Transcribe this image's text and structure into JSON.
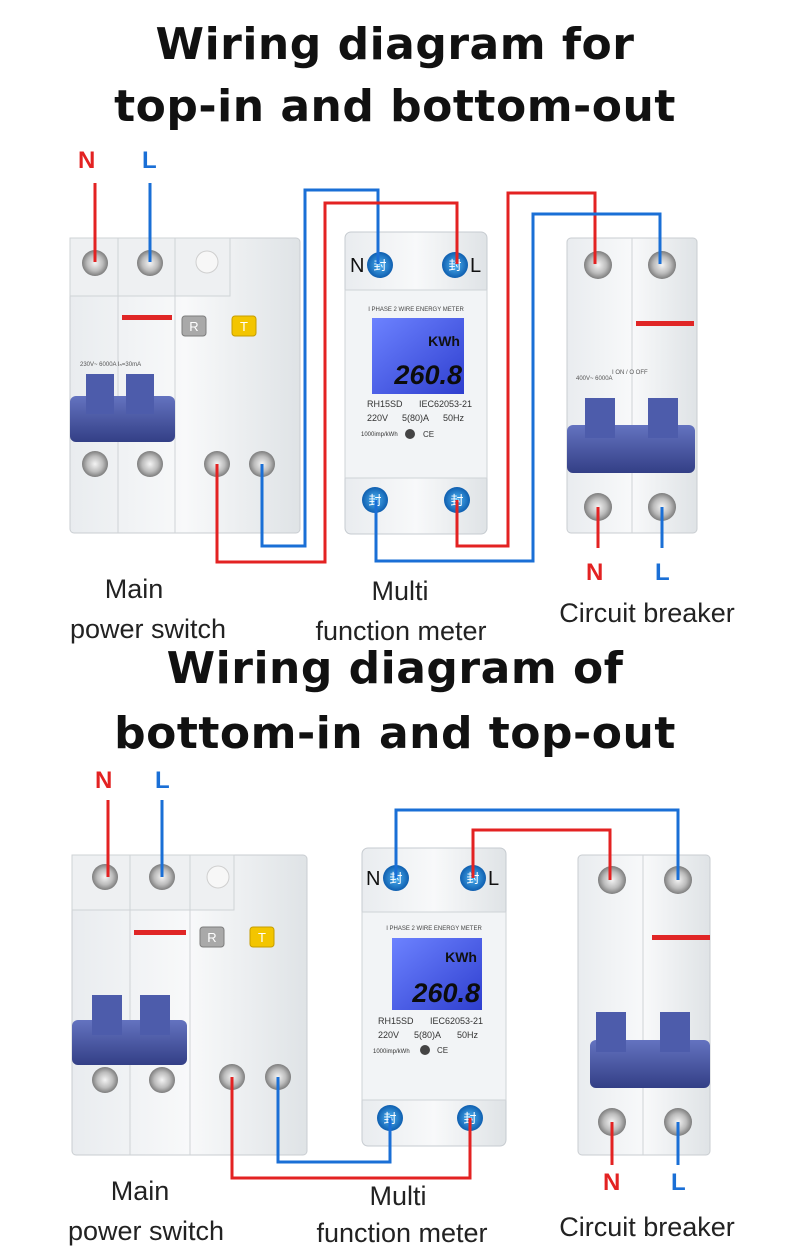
{
  "colors": {
    "live_wire": "#e32222",
    "neutral_wire": "#1a6fd6",
    "lcd": "#3f56e8",
    "switch_handle": "#4a5aa8",
    "seal": "#1f7fd1"
  },
  "top": {
    "title_line1": "Wiring diagram for",
    "title_line2": "top-in and bottom-out",
    "supply_n": "N",
    "supply_l": "L",
    "main_switch": {
      "caption_line1": "Main",
      "caption_line2": "power switch",
      "rating_text": "230V~ 6000A Iₙ=30mA",
      "btn_r": "R",
      "btn_t": "T"
    },
    "meter": {
      "caption_line1": "Multi",
      "caption_line2": "function meter",
      "header": "I PHASE 2 WIRE ENERGY METER",
      "unit": "KWh",
      "reading": "260.8",
      "model": "RH15SD",
      "standard": "IEC62053-21",
      "voltage": "220V",
      "current": "5(80)A",
      "frequency": "50Hz",
      "impulse": "1000imp/kWh",
      "marks": "CE",
      "n_label": "N",
      "l_label": "L",
      "seal_glyph": "封"
    },
    "breaker": {
      "caption": "Circuit breaker",
      "out_n": "N",
      "out_l": "L",
      "rating_text": "400V~ 6000A",
      "on_off": "I ON / O OFF"
    }
  },
  "bottom": {
    "title_line1": "Wiring diagram of",
    "title_line2": "bottom-in and top-out",
    "supply_n": "N",
    "supply_l": "L",
    "main_switch": {
      "caption_line1": "Main",
      "caption_line2": "power switch"
    },
    "meter": {
      "caption_line1": "Multi",
      "caption_line2": "function meter",
      "header": "I PHASE 2 WIRE ENERGY METER",
      "unit": "KWh",
      "reading": "260.8",
      "model": "RH15SD",
      "standard": "IEC62053-21",
      "voltage": "220V",
      "current": "5(80)A",
      "frequency": "50Hz",
      "impulse": "1000imp/kWh",
      "marks": "CE",
      "n_label": "N",
      "l_label": "L",
      "seal_glyph": "封"
    },
    "breaker": {
      "caption": "Circuit breaker",
      "out_n": "N",
      "out_l": "L"
    }
  }
}
